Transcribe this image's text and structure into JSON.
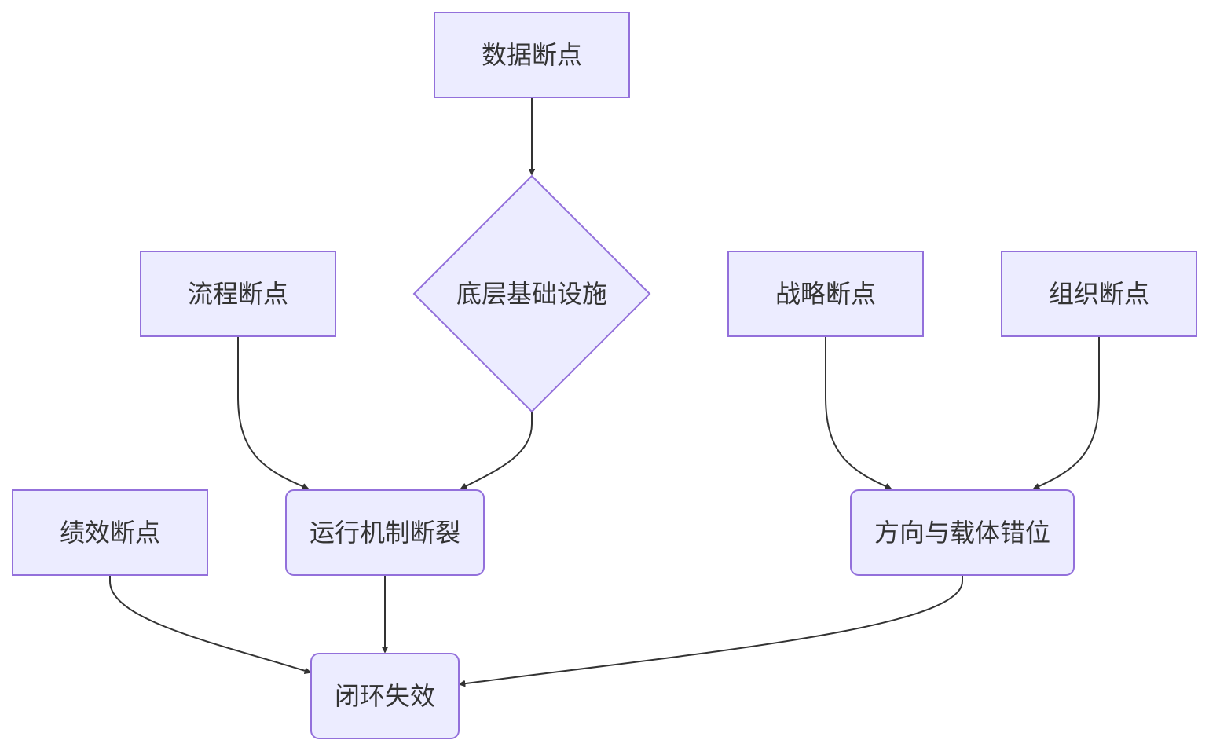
{
  "diagram": {
    "nodes": {
      "data_breakpoint": "数据断点",
      "infrastructure": "底层基础设施",
      "process_breakpoint": "流程断点",
      "strategy_breakpoint": "战略断点",
      "organization_breakpoint": "组织断点",
      "performance_breakpoint": "绩效断点",
      "mechanism_break": "运行机制断裂",
      "direction_misalignment": "方向与载体错位",
      "loop_failure": "闭环失效"
    },
    "colors": {
      "node_fill": "#ececff",
      "node_stroke": "#9370db",
      "edge": "#333333",
      "text": "#333333"
    }
  }
}
